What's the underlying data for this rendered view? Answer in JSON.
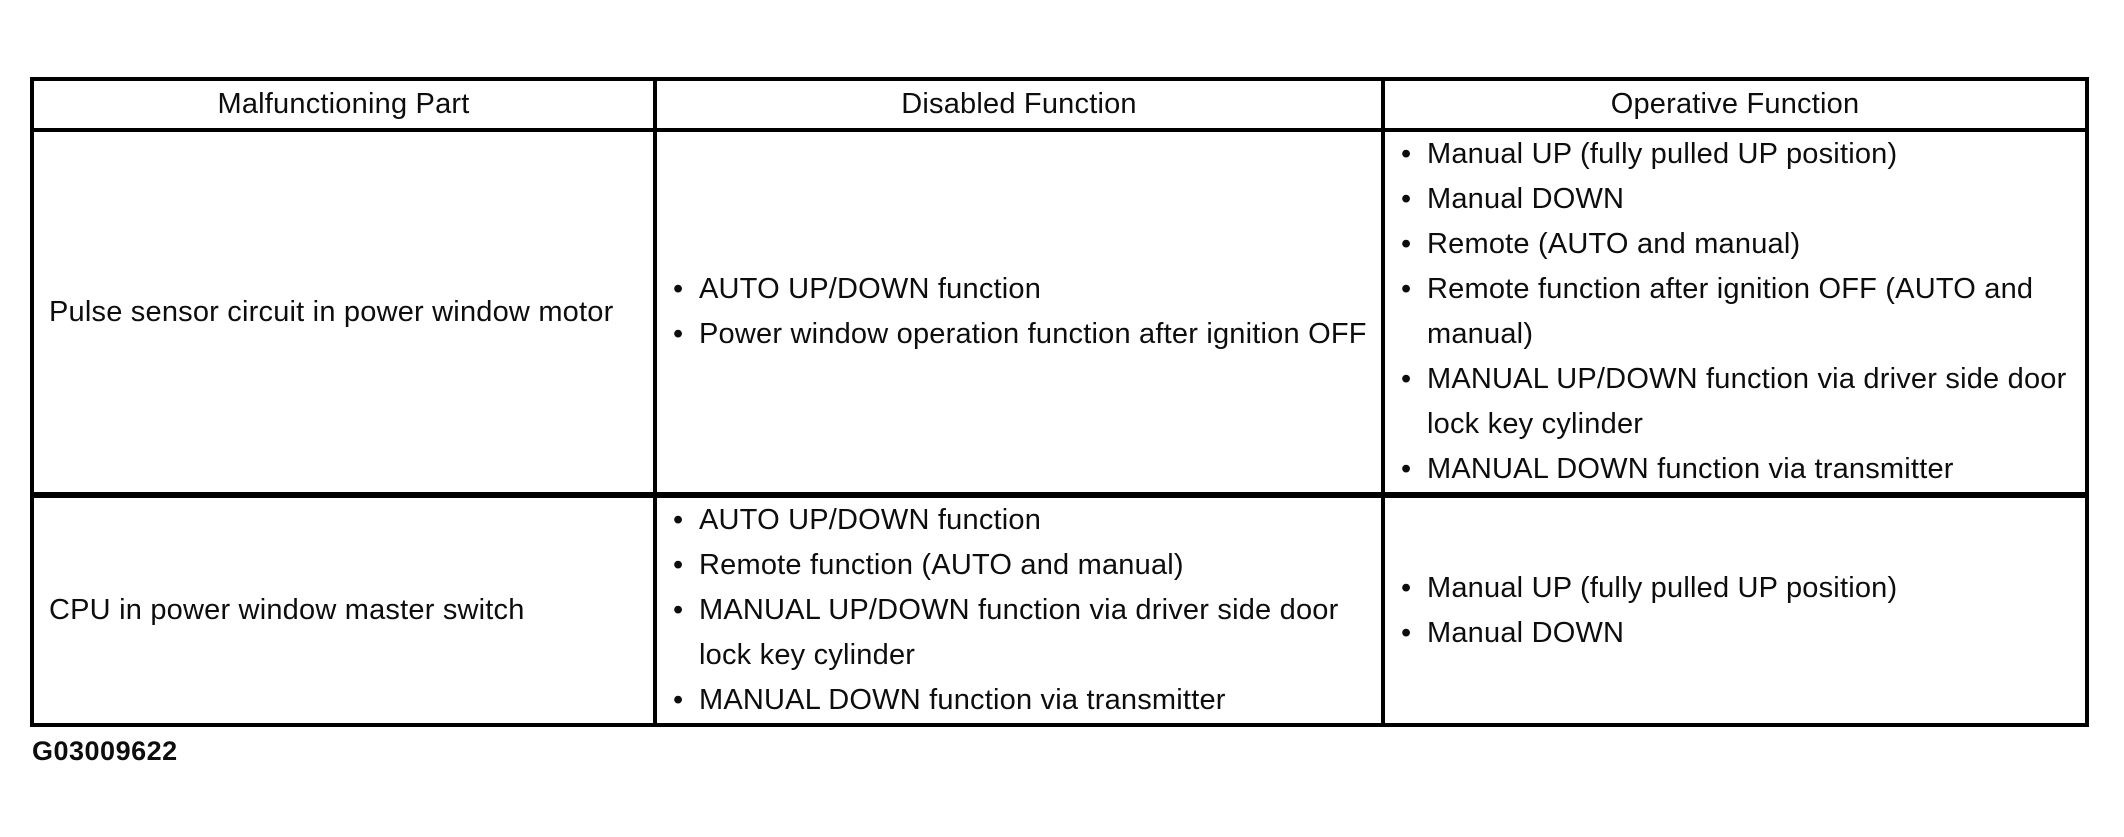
{
  "figure_id": "G03009622",
  "bullet": "•",
  "colors": {
    "background": "#ffffff",
    "border": "#000000",
    "text": "#0d0d0d"
  },
  "table": {
    "headers": [
      "Malfunctioning Part",
      "Disabled Function",
      "Operative Function"
    ],
    "rows": [
      {
        "part": "Pulse sensor circuit in power window motor",
        "disabled": [
          "AUTO UP/DOWN function",
          "Power window operation function after ignition OFF"
        ],
        "operative": [
          "Manual UP (fully pulled UP position)",
          "Manual DOWN",
          "Remote (AUTO and manual)",
          "Remote function after ignition OFF (AUTO and manual)",
          "MANUAL UP/DOWN function via driver side door lock key cylinder",
          "MANUAL DOWN function via transmitter"
        ]
      },
      {
        "part": "CPU in power window master switch",
        "disabled": [
          "AUTO UP/DOWN function",
          "Remote function (AUTO and manual)",
          "MANUAL UP/DOWN function via driver side door lock key cylinder",
          "MANUAL DOWN function via transmitter"
        ],
        "operative": [
          "Manual UP (fully pulled UP position)",
          "Manual DOWN"
        ]
      }
    ]
  }
}
